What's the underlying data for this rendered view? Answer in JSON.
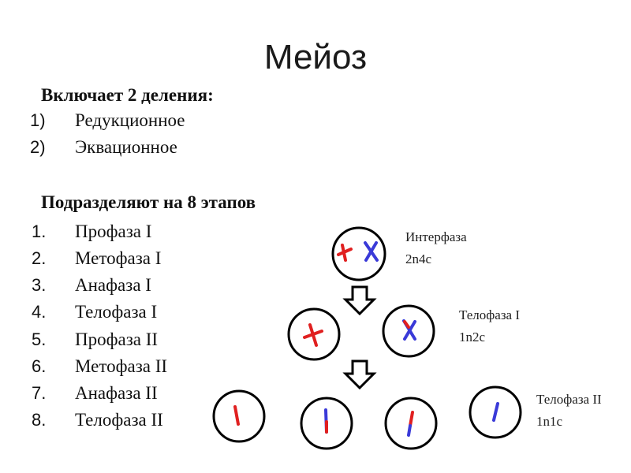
{
  "title": "Мейоз",
  "divisions": {
    "heading": "Включает 2 деления:",
    "items": [
      {
        "num": "1)",
        "text": "Редукционное"
      },
      {
        "num": "2)",
        "text": "Эквационное"
      }
    ]
  },
  "stages": {
    "heading": "Подразделяют на 8 этапов",
    "items": [
      {
        "num": "1.",
        "text": "Профаза I"
      },
      {
        "num": "2.",
        "text": "Метофаза I"
      },
      {
        "num": "3.",
        "text": "Анафаза I"
      },
      {
        "num": "4.",
        "text": "Телофаза I"
      },
      {
        "num": "5.",
        "text": "Профаза II"
      },
      {
        "num": "6.",
        "text": "Метофаза II"
      },
      {
        "num": "7.",
        "text": "Анафаза II"
      },
      {
        "num": "8.",
        "text": "Телофаза II"
      }
    ]
  },
  "diagram": {
    "labels": [
      {
        "name": "Интерфаза",
        "formula": "2n4c"
      },
      {
        "name": "Телофаза I",
        "formula": "1n2c"
      },
      {
        "name": "Телофаза II",
        "formula": "1n1c"
      }
    ]
  },
  "colors": {
    "chromosome_red": "#e02020",
    "chromosome_blue": "#3a3ad8",
    "outline": "#000000"
  }
}
